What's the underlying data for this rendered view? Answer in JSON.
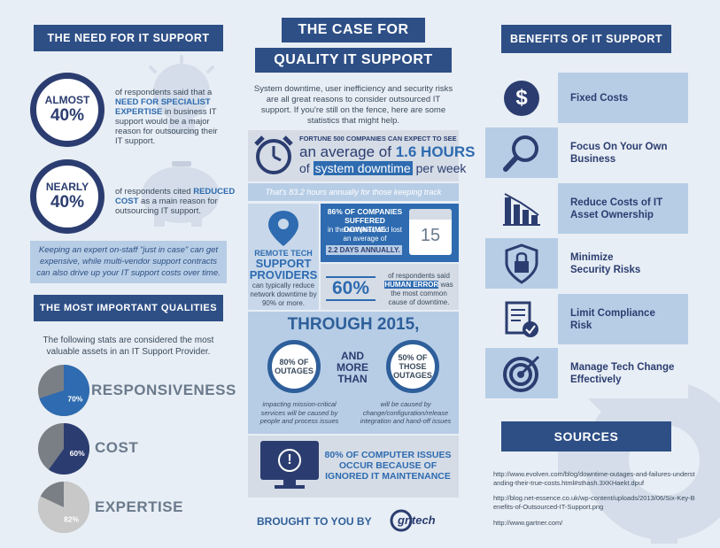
{
  "title": {
    "line1": "THE CASE FOR",
    "line2": "QUALITY IT SUPPORT"
  },
  "intro": "System downtime, user inefficiency and security risks are all great reasons to consider outsourced IT support. If you're still on the fence, here are some statistics that might help.",
  "need": {
    "heading": "THE NEED FOR IT SUPPORT",
    "stat1": {
      "qualifier": "ALMOST",
      "value": "40%",
      "text_a": "of respondents said that a ",
      "highlight": "NEED FOR SPECIALIST EXPERTISE",
      "text_b": " in business IT support would be a major reason for outsourcing their IT support."
    },
    "stat2": {
      "qualifier": "NEARLY",
      "value": "40%",
      "text_a": "of respondents cited ",
      "highlight": "REDUCED COST",
      "text_b": " as a main reason for outsourcing IT support."
    },
    "callout": "Keeping an expert on-staff \"just in case\" can get expensive, while multi-vendor support contracts can also drive up your IT support costs over time."
  },
  "qualities": {
    "heading": "THE MOST IMPORTANT QUALITIES",
    "intro": "The following stats are considered the most valuable assets in an IT Support Provider.",
    "items": [
      {
        "label": "RESPONSIVENESS",
        "percent_label": "70%",
        "value": 70,
        "color": "#2e6bb0"
      },
      {
        "label": "COST",
        "percent_label": "60%",
        "value": 60,
        "color": "#2b3d70"
      },
      {
        "label": "EXPERTISE",
        "percent_label": "82%",
        "value": 82,
        "color": "#c8c8c8"
      }
    ]
  },
  "downtime": {
    "line1": "FORTUNE 500 COMPANIES CAN EXPECT TO SEE",
    "line2a": "an average of ",
    "line2b": "1.6 HOURS",
    "line3a": "of ",
    "line3b": "system downtime",
    "line3c": " per week",
    "strip": "That's 83.2 hours annually for those keeping track"
  },
  "remote": {
    "line1": "REMOTE TECH",
    "line2": "SUPPORT",
    "line3": "PROVIDERS",
    "text": "can typically reduce network downtime by 90% or more."
  },
  "suffered": {
    "headline": "86% OF COMPANIES SUFFERED DOWNTIME",
    "text": "in the last year, and lost an average of",
    "highlight": "2.2 DAYS ANNUALLY.",
    "calendar_day": "15"
  },
  "human_error": {
    "value": "60%",
    "text_a": "of respondents said ",
    "highlight": "HUMAN ERROR",
    "text_b": " was the most common cause of downtime."
  },
  "through": {
    "heading": "THROUGH 2015,",
    "left_circle": "80% OF OUTAGES",
    "middle": "AND MORE THAN",
    "right_circle": "50% OF THOSE OUTAGES",
    "left_text": "impacting mission-critical services will be caused by people and process issues",
    "right_text": "will be caused by change/configuration/release integration and hand-off issues"
  },
  "computer": {
    "text": "80% OF COMPUTER ISSUES OCCUR BECAUSE OF IGNORED IT MAINTENANCE",
    "icon_glyph": "!"
  },
  "brought": {
    "text": "BROUGHT TO YOU BY",
    "logo": "gntech"
  },
  "benefits": {
    "heading": "BENEFITS OF IT SUPPORT",
    "items": [
      {
        "label": "Fixed Costs",
        "icon": "dollar-icon",
        "glyph": "$"
      },
      {
        "label": "Focus On Your Own Business",
        "icon": "magnifier-icon"
      },
      {
        "label": "Reduce Costs of IT Asset Ownership",
        "icon": "declining-chart-icon"
      },
      {
        "label": "Minimize Security Risks",
        "icon": "padlock-shield-icon"
      },
      {
        "label": "Limit Compliance Risk",
        "icon": "checked-document-icon"
      },
      {
        "label": "Manage Tech Change Effectively",
        "icon": "target-icon"
      }
    ]
  },
  "sources": {
    "heading": "SOURCES",
    "items": [
      "http://www.evolven.com/blog/downtime-outages-and-failures-understanding-their-true-costs.html#sthash.3XKHaekt.dpuf",
      "http://blog.net-essence.co.uk/wp-content/uploads/2013/06/Six-Key-Benefits-of-Outsourced-IT-Support.png",
      "http://www.gartner.com/"
    ]
  }
}
